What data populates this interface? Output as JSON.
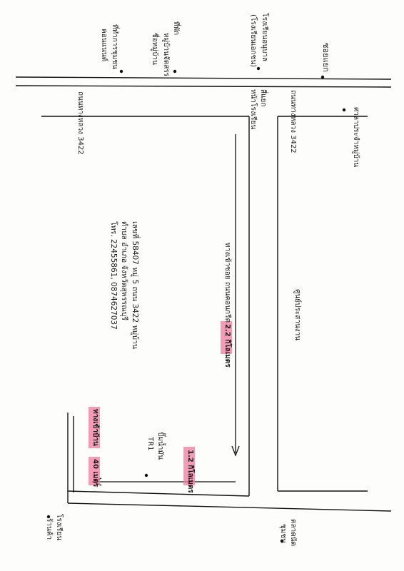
{
  "labels": {
    "soi_yaek": "ซอยแยก",
    "top_center_1": "โรงเรียนอนุบาล",
    "top_center_2": "(โรงเรียนเอกชน)",
    "top_left_1": "ที่พัก",
    "top_left_2": "หมู่บ้านจัดสรร",
    "top_left_3": "ชื่อหมู่บ้าน",
    "top_far_left_1": "ที่ทำการชุมชน",
    "top_far_left_2": "คอนแนนต์",
    "highway_left": "ถนนทางหลวง 3422",
    "highway_right": "ถนนทางหลวง 3422",
    "intersection_1": "สี่แยก",
    "intersection_2": "หน้าโรงเรียน",
    "right_landmark": "ศาลาประจำหมู่บ้าน",
    "right_bottom_landmark": "ศูนย์ประสานงาน",
    "route_along": "ทางเข้าซอย ถนนคอนกรีต",
    "dist_2_2km": "2.2 กิโลเมตร",
    "dist_1_2km": "1.2 กิโลเมตร",
    "gas_station": "ปั๊มน้ำมัน",
    "tr1": "TR1",
    "lane": "ทางเข้าบ้าน",
    "dist_40m": "40 เมตร",
    "bottom_left_1": "โรงเรียน",
    "bottom_left_2": "ร้านค้า",
    "bottom_right_1": "ตลาดนัด",
    "bottom_right_2": "ชุมชน"
  },
  "address": {
    "line1": "เลขที่ 58407 หมู่ 5 ถนน 3422 หมู่บ้าน",
    "line2": "ตำบล อำเภอ จังหวัดสุพรรณบุรี",
    "line3": "โทร. 22455861, 0874627037"
  },
  "colors": {
    "highlight": "#f07aa0",
    "ink": "#1a1a1a",
    "paper": "#fdfdfb"
  }
}
